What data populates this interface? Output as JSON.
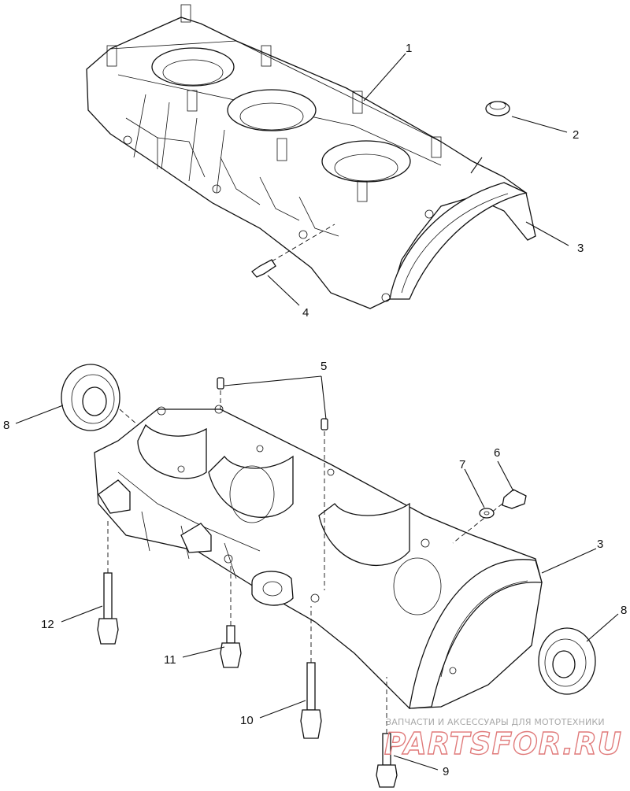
{
  "callouts": [
    {
      "id": "c1",
      "label": "1"
    },
    {
      "id": "c2",
      "label": "2"
    },
    {
      "id": "c3a",
      "label": "3"
    },
    {
      "id": "c4",
      "label": "4"
    },
    {
      "id": "c5",
      "label": "5"
    },
    {
      "id": "c6",
      "label": "6"
    },
    {
      "id": "c7",
      "label": "7"
    },
    {
      "id": "c3b",
      "label": "3"
    },
    {
      "id": "c8a",
      "label": "8"
    },
    {
      "id": "c8b",
      "label": "8"
    },
    {
      "id": "c9",
      "label": "9"
    },
    {
      "id": "c10",
      "label": "10"
    },
    {
      "id": "c11",
      "label": "11"
    },
    {
      "id": "c12",
      "label": "12"
    }
  ],
  "watermark": {
    "tagline": "ЗАПЧАСТИ И АКСЕССУАРЫ ДЛЯ МОТОТЕХНИКИ",
    "brand": "PARTSFOR.RU"
  }
}
